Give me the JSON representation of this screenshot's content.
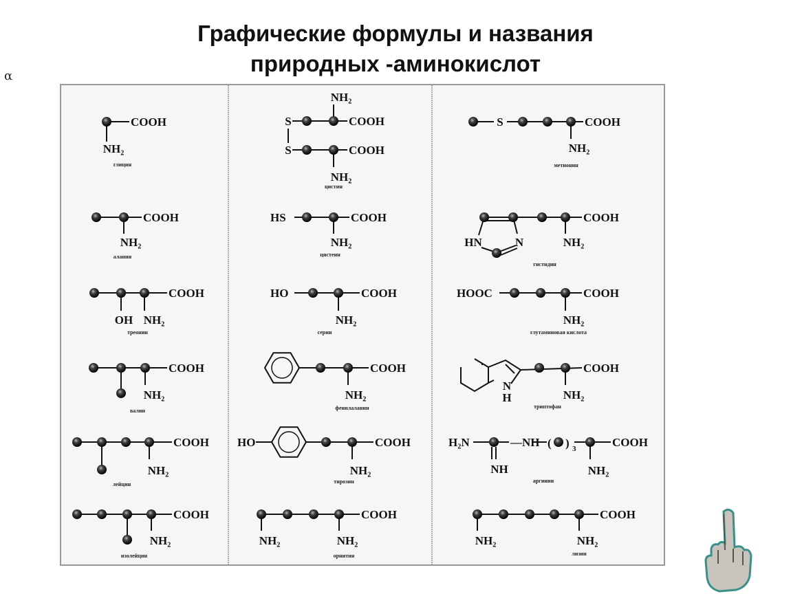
{
  "slide": {
    "title_line1": "Графические формулы и названия",
    "title_line2": "природных -аминокислот",
    "alpha_symbol": "α"
  },
  "icons": {
    "pointer": "pointing-hand-icon"
  },
  "molecules": [
    {
      "name": "глицин",
      "groups": [
        "COOH",
        "NH₂"
      ]
    },
    {
      "name": "аланин",
      "groups": [
        "COOH",
        "NH₂"
      ]
    },
    {
      "name": "треонин",
      "groups": [
        "COOH",
        "OH",
        "NH₂"
      ]
    },
    {
      "name": "валин",
      "groups": [
        "COOH",
        "NH₂"
      ]
    },
    {
      "name": "лейцин",
      "groups": [
        "COOH",
        "NH₂"
      ]
    },
    {
      "name": "изолейцин",
      "groups": [
        "COOH",
        "NH₂"
      ]
    },
    {
      "name": "цистин",
      "groups": [
        "S",
        "S",
        "COOH",
        "COOH",
        "NH₂",
        "NH₂"
      ]
    },
    {
      "name": "цистеин",
      "groups": [
        "HS",
        "COOH",
        "NH₂"
      ]
    },
    {
      "name": "серин",
      "groups": [
        "HO",
        "COOH",
        "NH₂"
      ]
    },
    {
      "name": "фенилаланин",
      "groups": [
        "COOH",
        "NH₂"
      ]
    },
    {
      "name": "тирозин",
      "groups": [
        "HO",
        "COOH",
        "NH₂"
      ]
    },
    {
      "name": "орнитин",
      "groups": [
        "COOH",
        "NH₂",
        "NH₂"
      ]
    },
    {
      "name": "метионин",
      "groups": [
        "S",
        "COOH",
        "NH₂"
      ]
    },
    {
      "name": "гистидин",
      "groups": [
        "HN",
        "N",
        "COOH",
        "NH₂"
      ]
    },
    {
      "name": "глутаминовая кислота",
      "groups": [
        "HOOC",
        "COOH",
        "NH₂"
      ]
    },
    {
      "name": "триптофан",
      "groups": [
        "N",
        "H",
        "COOH",
        "NH₂"
      ]
    },
    {
      "name": "аргинин",
      "groups": [
        "H₂N",
        "NH",
        "—NH",
        "(",
        ")",
        "3",
        "COOH",
        "NH₂"
      ]
    },
    {
      "name": "лизин",
      "groups": [
        "COOH",
        "NH₂",
        "NH₂"
      ]
    }
  ]
}
